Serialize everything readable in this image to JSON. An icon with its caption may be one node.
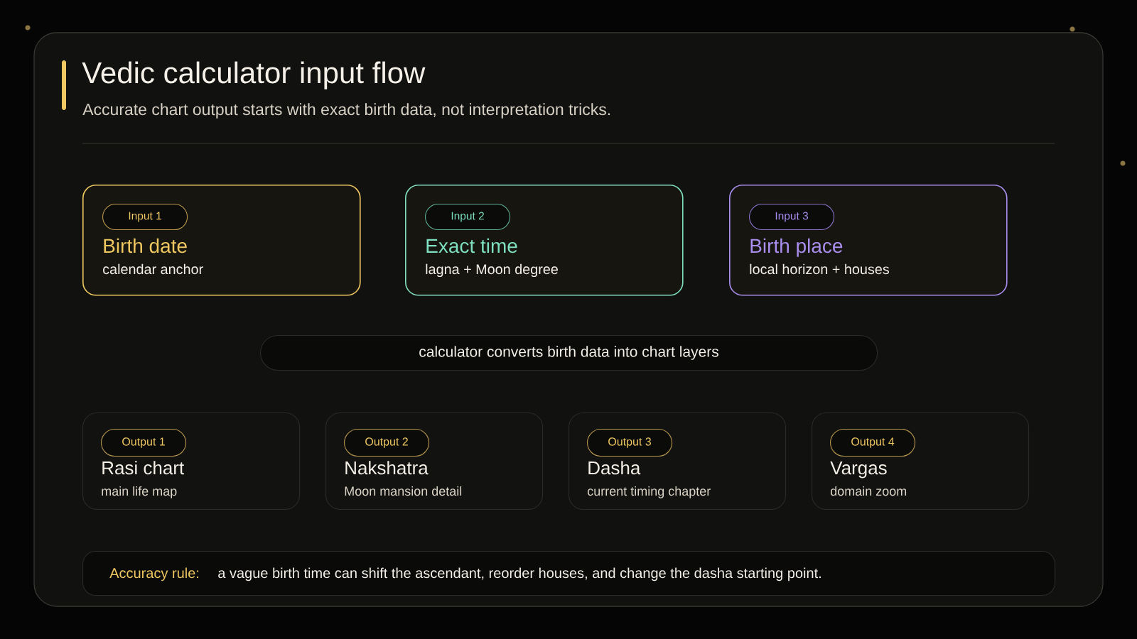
{
  "diagram": {
    "title": "Vedic calculator input flow",
    "nodes": [
      {
        "text": [
          "Birth date",
          "calendar anchor"
        ]
      },
      {
        "text": [
          "Input 1"
        ],
        "in": 0
      },
      {
        "text": [
          "Exact time",
          "lagna + Moon degree"
        ]
      },
      {
        "text": [
          "Input 2"
        ],
        "in": 2
      },
      {
        "text": [
          "Birth place",
          "local horizon + houses"
        ]
      },
      {
        "text": [
          "Input 3"
        ],
        "in": 4
      },
      {
        "text": [
          "calculator converts birth data into chart layers"
        ]
      },
      {
        "text": [
          "Rasi chart",
          "main life map"
        ]
      },
      {
        "text": [
          "Output 1"
        ],
        "in": 7
      },
      {
        "text": [
          "Nakshatra",
          "Moon mansion detail"
        ]
      },
      {
        "text": [
          "Output 2"
        ],
        "in": 9
      },
      {
        "text": [
          "Dasha",
          "current timing chapter"
        ]
      },
      {
        "text": [
          "Output 3"
        ],
        "in": 11
      },
      {
        "text": [
          "Vargas",
          "domain zoom"
        ]
      },
      {
        "text": [
          "Output 4"
        ],
        "in": 13
      },
      {
        "text": [
          "Accuracy rule:",
          "a vague birth time can shift the ascendant, reorder houses, and change the dasha starting point."
        ]
      }
    ],
    "labels": [
      "Accurate chart output starts with exact birth data, not interpretation tricks."
    ]
  }
}
